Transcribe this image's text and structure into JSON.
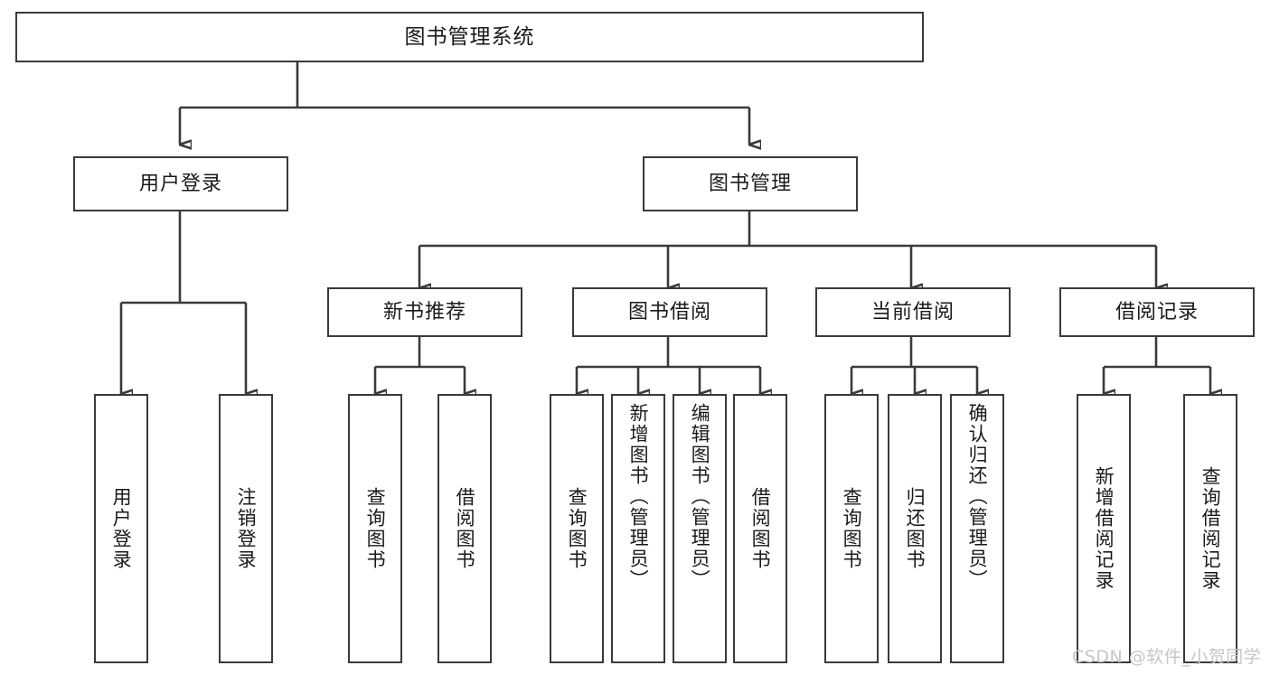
{
  "diagram": {
    "title": "图书管理系统",
    "type": "hierarchy-tree",
    "root": {
      "id": "root",
      "label": "图书管理系统"
    },
    "level1": [
      {
        "id": "user-login",
        "label": "用户登录"
      },
      {
        "id": "book-management",
        "label": "图书管理"
      }
    ],
    "level2": [
      {
        "id": "new-book-recommend",
        "label": "新书推荐",
        "parent": "book-management"
      },
      {
        "id": "book-borrow",
        "label": "图书借阅",
        "parent": "book-management"
      },
      {
        "id": "current-borrow",
        "label": "当前借阅",
        "parent": "book-management"
      },
      {
        "id": "borrow-record",
        "label": "借阅记录",
        "parent": "book-management"
      }
    ],
    "leaves": [
      {
        "id": "leaf-user-login",
        "label": "用户登录",
        "parent": "user-login"
      },
      {
        "id": "leaf-logout-login",
        "label": "注销登录",
        "parent": "user-login"
      },
      {
        "id": "leaf-query-book-1",
        "label": "查询图书",
        "parent": "new-book-recommend"
      },
      {
        "id": "leaf-borrow-book-1",
        "label": "借阅图书",
        "parent": "new-book-recommend"
      },
      {
        "id": "leaf-query-book-2",
        "label": "查询图书",
        "parent": "book-borrow"
      },
      {
        "id": "leaf-add-book",
        "label": "新增图书（管理员）",
        "parent": "book-borrow"
      },
      {
        "id": "leaf-edit-book",
        "label": "编辑图书（管理员）",
        "parent": "book-borrow"
      },
      {
        "id": "leaf-borrow-book-2",
        "label": "借阅图书",
        "parent": "book-borrow"
      },
      {
        "id": "leaf-query-book-3",
        "label": "查询图书",
        "parent": "current-borrow"
      },
      {
        "id": "leaf-return-book",
        "label": "归还图书",
        "parent": "current-borrow"
      },
      {
        "id": "leaf-confirm-return",
        "label": "确认归还（管理员）",
        "parent": "current-borrow"
      },
      {
        "id": "leaf-add-record",
        "label": "新增借阅记录",
        "parent": "borrow-record"
      },
      {
        "id": "leaf-query-record",
        "label": "查询借阅记录",
        "parent": "borrow-record"
      }
    ],
    "colors": {
      "stroke": "#3a3a3a",
      "fill": "#ffffff",
      "text": "#1a1a1a",
      "watermark": "#c6c6c6"
    }
  },
  "watermark": {
    "text": "CSDN @软件_小贺同学"
  }
}
